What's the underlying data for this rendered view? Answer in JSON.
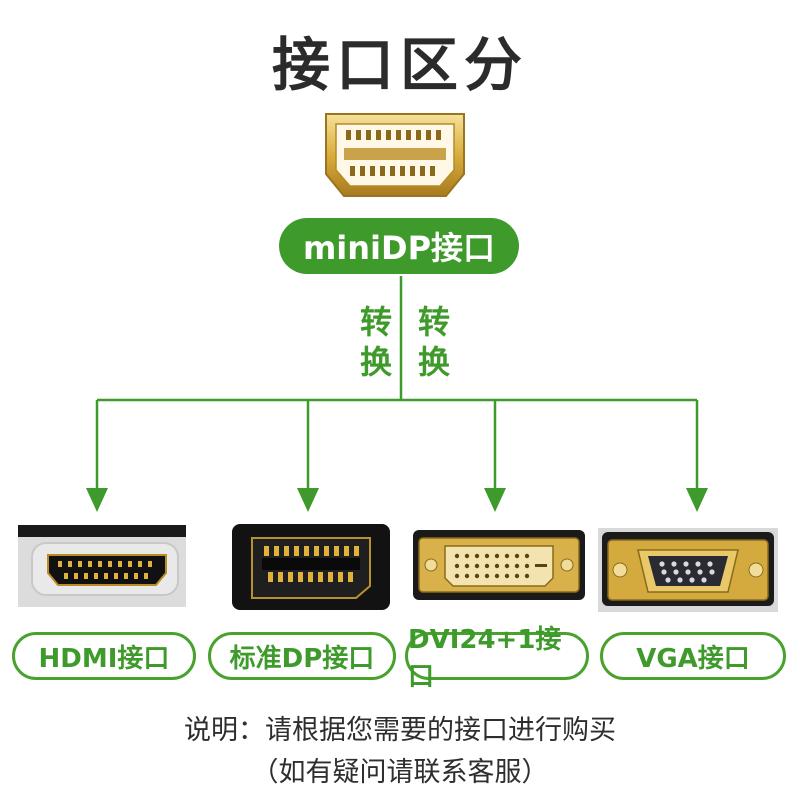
{
  "title": "接口区分",
  "source": {
    "label": "miniDP接口"
  },
  "convert": {
    "left": "转换",
    "right": "转换"
  },
  "targets": [
    {
      "label": "HDMI接口"
    },
    {
      "label": "标准DP接口"
    },
    {
      "label": "DVI24+1接口"
    },
    {
      "label": "VGA接口"
    }
  ],
  "notes": {
    "line1": "说明：请根据您需要的接口进行购买",
    "line2": "（如有疑问请联系客服）"
  },
  "colors": {
    "accent": "#3e9a2a",
    "gold": "#d8b14a",
    "text": "#2b2b2b"
  }
}
